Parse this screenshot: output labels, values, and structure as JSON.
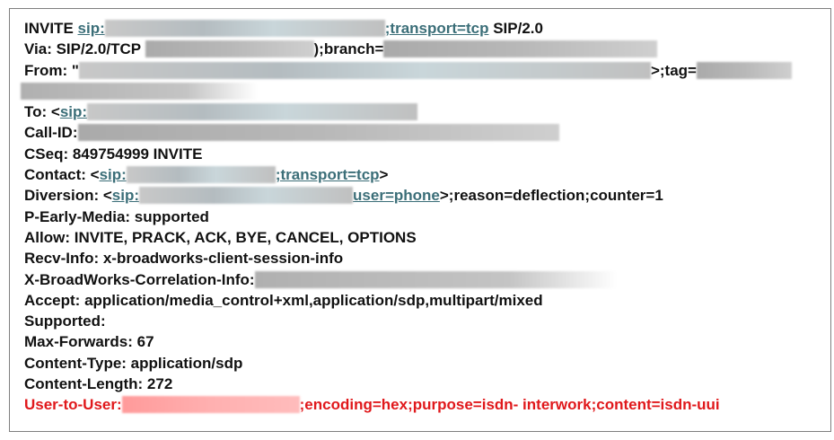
{
  "lines": {
    "l1": {
      "a": "INVITE ",
      "link1": "sip:",
      "link2": ";transport=tcp",
      "b": " SIP/2.0"
    },
    "l2": {
      "a": "Via: SIP/2.0/TCP ",
      "b": ");branch="
    },
    "l3": {
      "a": "From: \"",
      "b": ">;tag="
    },
    "l5": {
      "a": "To: <",
      "link": "sip:"
    },
    "l6": {
      "a": "Call-ID:"
    },
    "l7": {
      "a": "CSeq: 849754999 INVITE"
    },
    "l8": {
      "a": "Contact: <",
      "link1": "sip:",
      "link2": ";transport=tcp",
      "b": ">"
    },
    "l9": {
      "a": "Diversion: <",
      "link1": "sip:",
      "link2": "user=phone",
      "b": ">;reason=deflection;counter=1"
    },
    "l10": {
      "a": "P-Early-Media: supported"
    },
    "l11": {
      "a": "Allow: INVITE, PRACK, ACK, BYE, CANCEL, OPTIONS"
    },
    "l12": {
      "a": "Recv-Info: x-broadworks-client-session-info"
    },
    "l13": {
      "a": "X-BroadWorks-Correlation-Info:"
    },
    "l14": {
      "a": "Accept: application/media_control+xml,application/sdp,multipart/mixed"
    },
    "l15": {
      "a": "Supported:"
    },
    "l16": {
      "a": "Max-Forwards: 67"
    },
    "l17": {
      "a": "Content-Type: application/sdp"
    },
    "l18": {
      "a": "Content-Length: 272"
    },
    "l19": {
      "a": "User-to-User:",
      "b": ";encoding=hex;purpose=isdn- interwork;content=isdn-uui"
    }
  },
  "colors": {
    "link": "#3b6e78",
    "highlight": "#e0181b",
    "text": "#111111"
  }
}
